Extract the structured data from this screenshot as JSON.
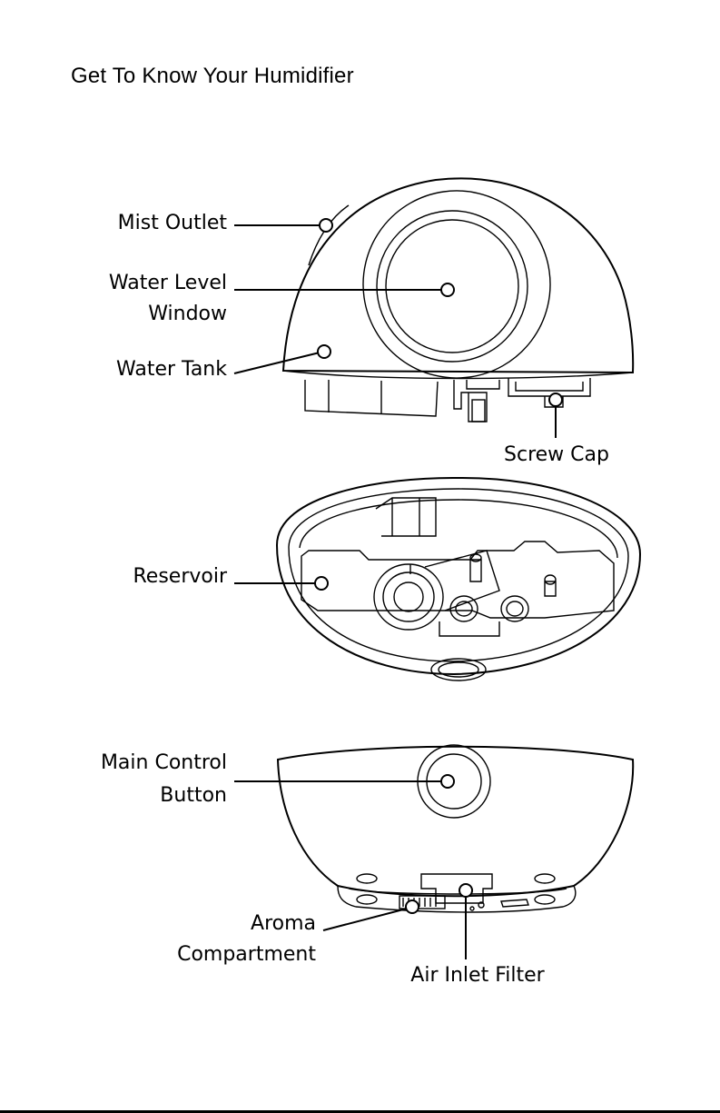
{
  "title": "Get To Know Your Humidifier",
  "colors": {
    "ink": "#000000",
    "paper": "#ffffff"
  },
  "labels": {
    "mist_outlet": "Mist Outlet",
    "water_level_1": "Water Level",
    "water_level_2": "Window",
    "water_tank": "Water Tank",
    "screw_cap": "Screw Cap",
    "reservoir": "Reservoir",
    "main_control_1": "Main Control",
    "main_control_2": "Button",
    "aroma_1": "Aroma",
    "aroma_2": "Compartment",
    "air_inlet": "Air Inlet Filter"
  }
}
